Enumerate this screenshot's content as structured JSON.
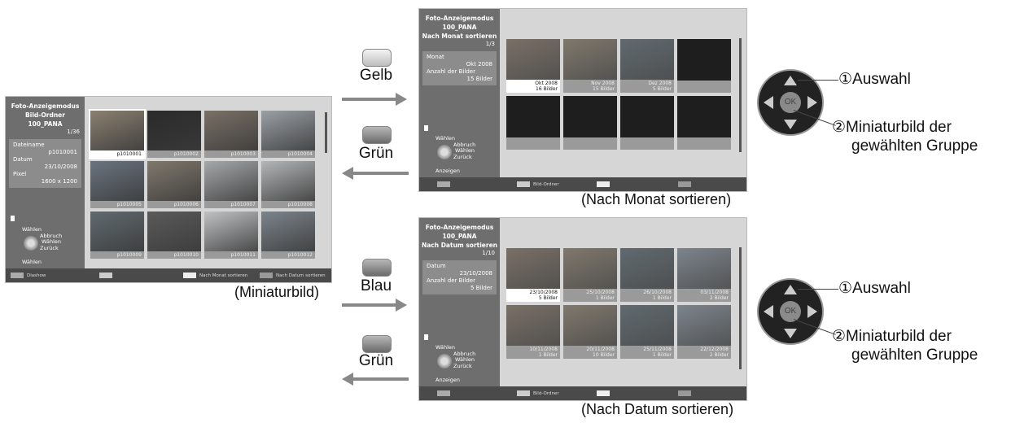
{
  "colors": {
    "screen_bg": "#d6d6d6",
    "sidebar": "#6e6e6e",
    "info_box": "#8c8c8c",
    "bottom_bar": "#4a4a4a"
  },
  "thumbnail_view": {
    "mode": "Foto-Anzeigemodus",
    "folder": "Bild-Ordner",
    "album": "100_PANA",
    "count": "1/36",
    "info": {
      "filename_label": "Dateiname",
      "filename": "p1010001",
      "date_label": "Datum",
      "date": "23/10/2008",
      "pixel_label": "Pixel",
      "pixel": "1600 x 1200"
    },
    "nav": {
      "select_label": "Wählen",
      "cancel": "Abbruch",
      "choose": "Wählen",
      "back": "Zurück",
      "bottom_label": "Wählen"
    },
    "thumbs": [
      "p1010001",
      "p1010002",
      "p1010003",
      "p1010004",
      "p1010005",
      "p1010006",
      "p1010007",
      "p1010008",
      "p1010009",
      "p1010010",
      "p1010011",
      "p1010012"
    ],
    "bottom": {
      "b1": "Diashow",
      "b3": "Nach Monat sortieren",
      "b4": "Nach Datum sortieren"
    },
    "caption": "(Miniaturbild)"
  },
  "month_view": {
    "mode": "Foto-Anzeigemodus",
    "album": "100_PANA",
    "sort": "Nach Monat sortieren",
    "count": "1/3",
    "info": {
      "month_label": "Monat",
      "month": "Okt 2008",
      "count_label": "Anzahl der Bilder",
      "count": "15 Bilder"
    },
    "nav": {
      "select_label": "Wählen",
      "cancel": "Abbruch",
      "choose": "Wählen",
      "back": "Zurück",
      "display": "Anzeigen"
    },
    "groups": [
      {
        "date": "Okt 2008",
        "count": "16 Bilder"
      },
      {
        "date": "Nov 2008",
        "count": "15 Bilder"
      },
      {
        "date": "Dez 2008",
        "count": "5 Bilder"
      }
    ],
    "bottom": {
      "b2": "Bild-Ordner"
    },
    "caption": "(Nach Monat sortieren)"
  },
  "date_view": {
    "mode": "Foto-Anzeigemodus",
    "album": "100_PANA",
    "sort": "Nach Datum sortieren",
    "count": "1/10",
    "info": {
      "date_label": "Datum",
      "date": "23/10/2008",
      "count_label": "Anzahl der Bilder",
      "count": "5 Bilder"
    },
    "nav": {
      "select_label": "Wählen",
      "cancel": "Abbruch",
      "choose": "Wählen",
      "back": "Zurück",
      "display": "Anzeigen"
    },
    "groups": [
      {
        "date": "23/10/2008",
        "count": "5 Bilder"
      },
      {
        "date": "25/10/2008",
        "count": "1 Bilder"
      },
      {
        "date": "26/10/2008",
        "count": "1 Bilder"
      },
      {
        "date": "03/11/2008",
        "count": "2 Bilder"
      },
      {
        "date": "10/11/2008",
        "count": "1 Bilder"
      },
      {
        "date": "20/11/2008",
        "count": "10 Bilder"
      },
      {
        "date": "25/11/2008",
        "count": "1 Bilder"
      },
      {
        "date": "22/12/2008",
        "count": "2 Bilder"
      }
    ],
    "bottom": {
      "b2": "Bild-Ordner"
    },
    "caption": "(Nach Datum sortieren)"
  },
  "buttons": {
    "yellow": "Gelb",
    "green_top": "Grün",
    "blue": "Blau",
    "green_bottom": "Grün"
  },
  "remote": {
    "ok": "OK"
  },
  "legend": {
    "item1": "①Auswahl",
    "item2_line1": "②Miniaturbild der",
    "item2_line2": "gewählten Gruppe"
  }
}
